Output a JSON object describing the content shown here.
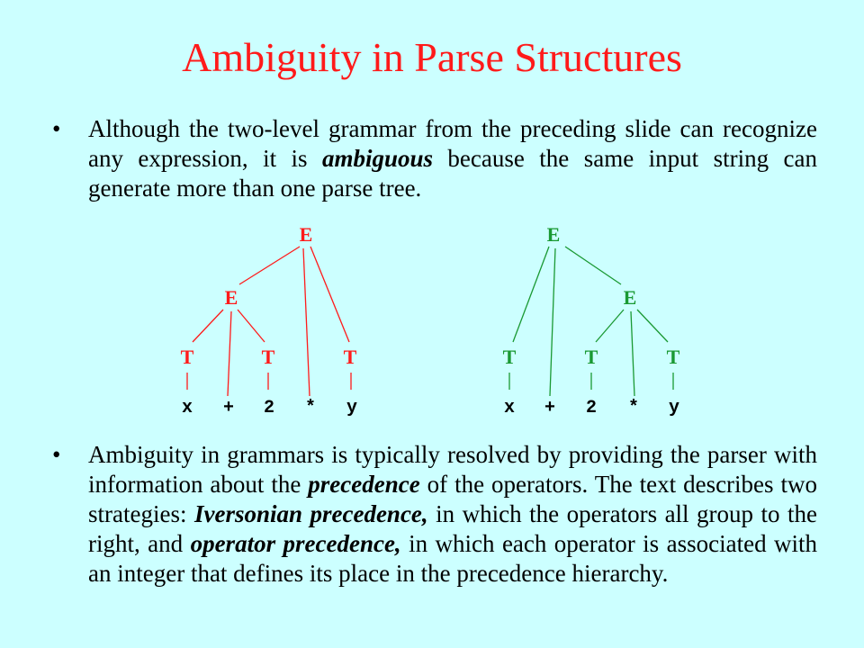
{
  "title": "Ambiguity in Parse Structures",
  "bullet_symbol": "•",
  "bullet1": {
    "part1": "Although the two-level grammar from the preceding slide can recognize any expression, it is ",
    "em1": "ambiguous",
    "part2": " because the same input string can generate more than one parse tree."
  },
  "bullet2": {
    "part1": "Ambiguity in grammars is typically resolved by providing the parser with information about the ",
    "em1": "precedence",
    "part2": " of the operators. The text describes two strategies: ",
    "em2": "Iversonian precedence,",
    "part3": " in which the operators all group to the right, and ",
    "em3": "operator precedence,",
    "part4": " in which each operator is associated with an integer that defines its place in the precedence hierarchy."
  },
  "colors": {
    "title": "#ff1a1a",
    "left_tree": "#ff1a1a",
    "right_tree": "#1a9933",
    "background": "#ccffff"
  },
  "trees": {
    "left": {
      "root": "E",
      "sub": "E",
      "terms": [
        "T",
        "T",
        "T"
      ],
      "tokens": [
        "x",
        "+",
        "2",
        "*",
        "y"
      ]
    },
    "right": {
      "root": "E",
      "sub": "E",
      "terms": [
        "T",
        "T",
        "T"
      ],
      "tokens": [
        "x",
        "+",
        "2",
        "*",
        "y"
      ]
    }
  }
}
